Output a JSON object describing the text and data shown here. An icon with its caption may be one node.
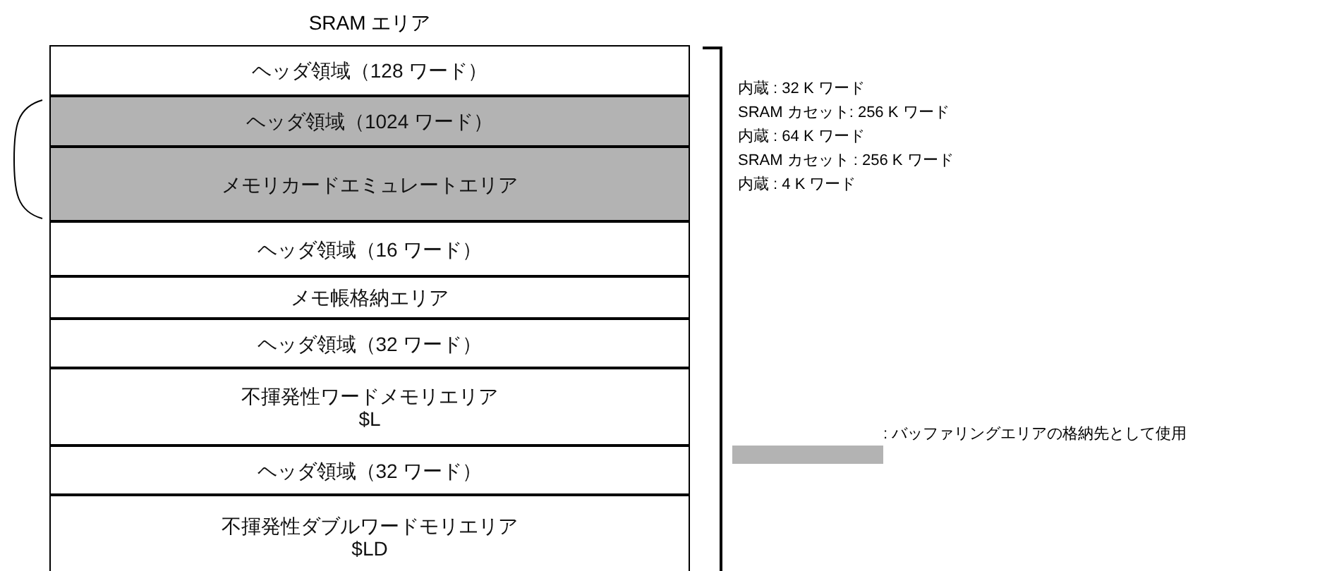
{
  "diagram": {
    "title": "SRAM エリア",
    "nodes": [
      {
        "text": [
          "ヘッダ領域（128 ワード）"
        ]
      },
      {
        "text": [
          "ヘッダ領域（1024 ワード）"
        ]
      },
      {
        "text": [
          "メモリカードエミュレートエリア"
        ]
      },
      {
        "text": [
          "ヘッダ領域（16 ワード）"
        ]
      },
      {
        "text": [
          "メモ帳格納エリア"
        ]
      },
      {
        "text": [
          "ヘッダ領域（32 ワード）"
        ]
      },
      {
        "text": [
          "不揮発性ワードメモリエリア",
          "$L"
        ]
      },
      {
        "text": [
          "ヘッダ領域（32 ワード）"
        ]
      },
      {
        "text": [
          "不揮発性ダブルワードモリエリア",
          "$LD"
        ]
      }
    ],
    "labels": [
      "内蔵 : 32 K ワード",
      "SRAM カセット: 256 K ワード",
      "内蔵 : 64 K ワード",
      "SRAM カセット : 256 K ワード",
      "内蔵 : 4 K ワード"
    ],
    "legend": [
      {
        "text": ": バッファリングエリアの格納先として使用",
        "color": "#b3b3b3"
      }
    ]
  }
}
